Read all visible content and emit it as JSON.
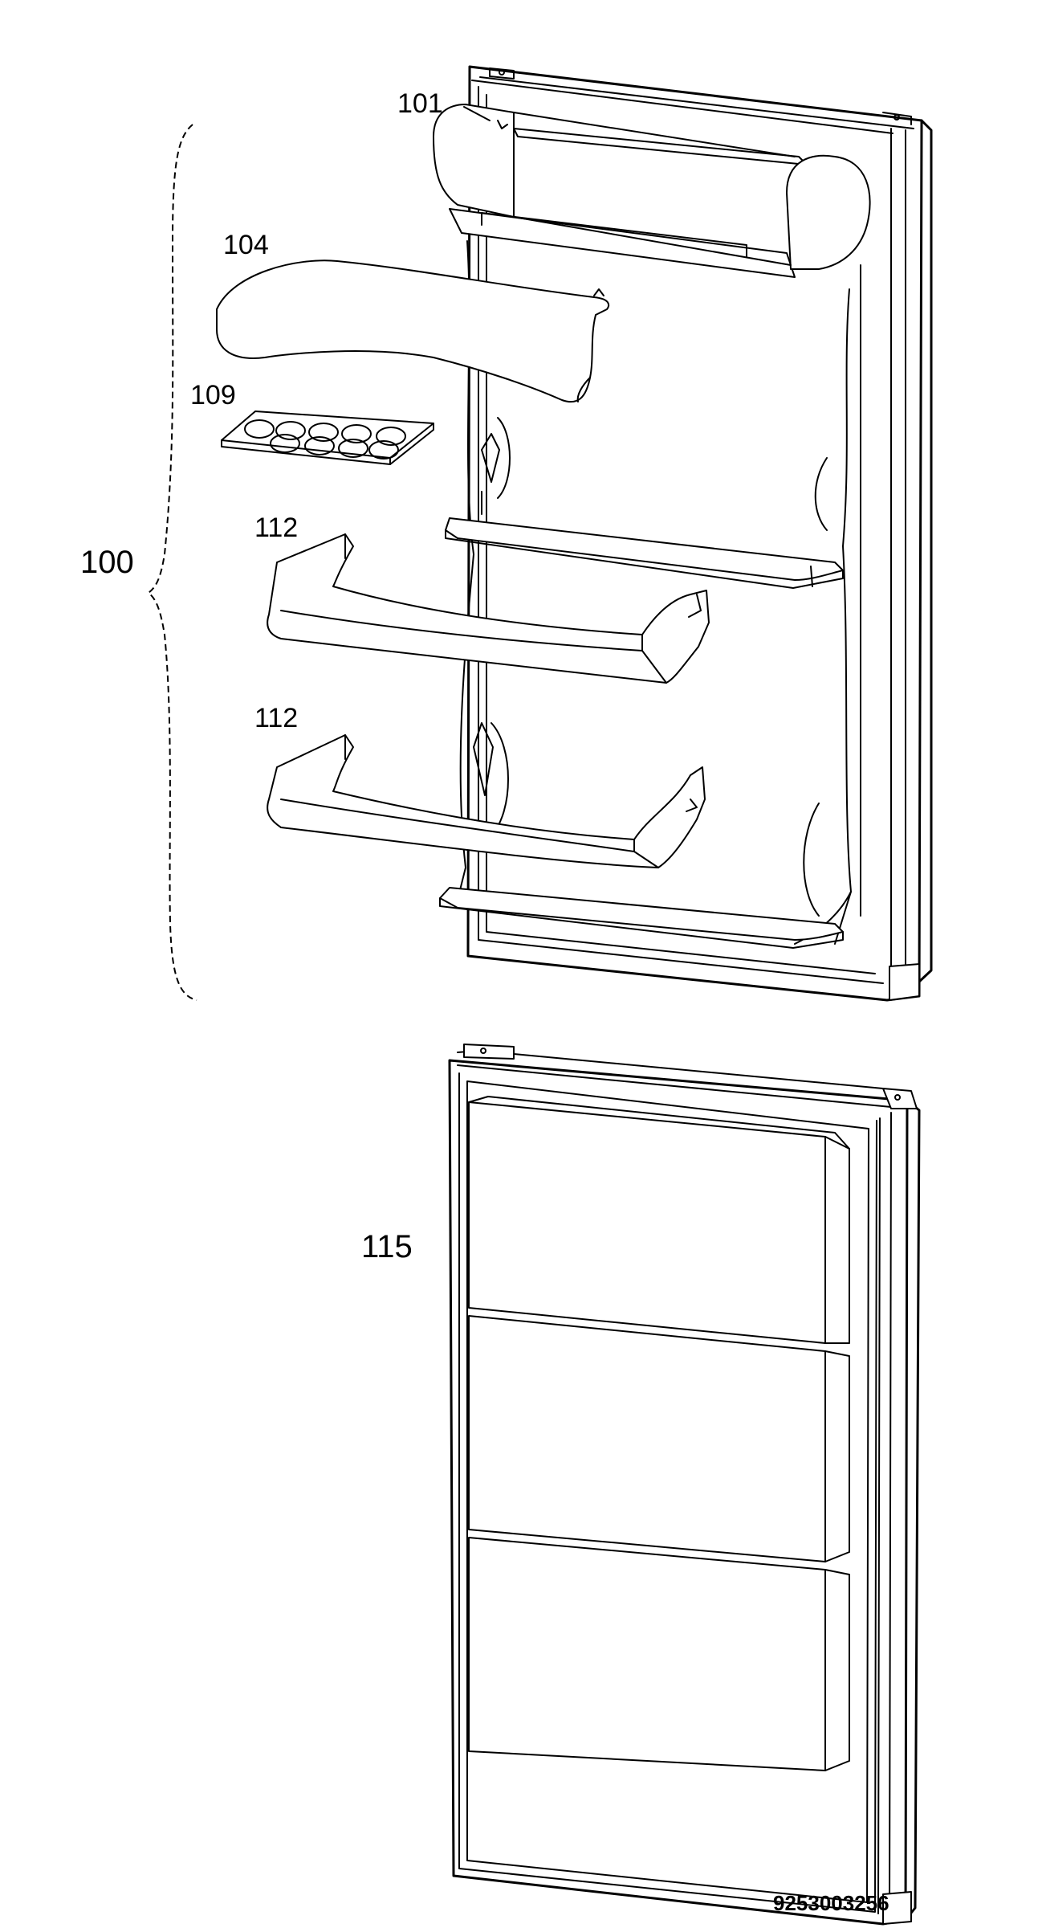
{
  "labels": {
    "assembly": "100",
    "door_shelf_top": "101",
    "cover": "104",
    "egg_tray": "109",
    "door_bin_upper": "112",
    "door_bin_lower": "112",
    "freezer_door": "115"
  },
  "document_number": "9253003256",
  "colors": {
    "line": "#000000",
    "background": "#ffffff"
  }
}
